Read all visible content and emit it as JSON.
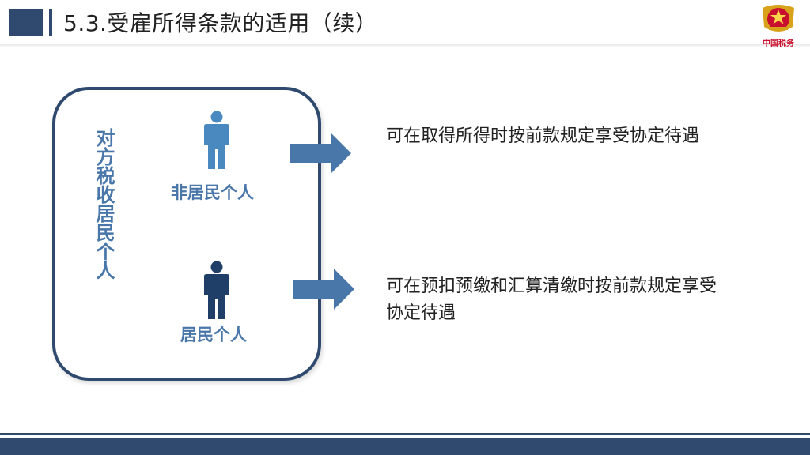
{
  "slide": {
    "title": "5.3.受雇所得条款的适用（续）",
    "emblem_label": "中国税务",
    "group_label": "对方税收居民个人",
    "rows": [
      {
        "person_label": "非居民个人",
        "color": "#4a88c0",
        "description": "可在取得所得时按前款规定享受协定待遇"
      },
      {
        "person_label": "居民个人",
        "color": "#1f3f68",
        "description": "可在预扣预缴和汇算清缴时按前款规定享受协定待遇"
      }
    ]
  },
  "colors": {
    "primary": "#2f4a6e",
    "accent": "#4a77aa",
    "emblem": "#c8102e"
  },
  "icons": [
    "person-icon",
    "arrow-right-icon",
    "emblem-icon"
  ]
}
